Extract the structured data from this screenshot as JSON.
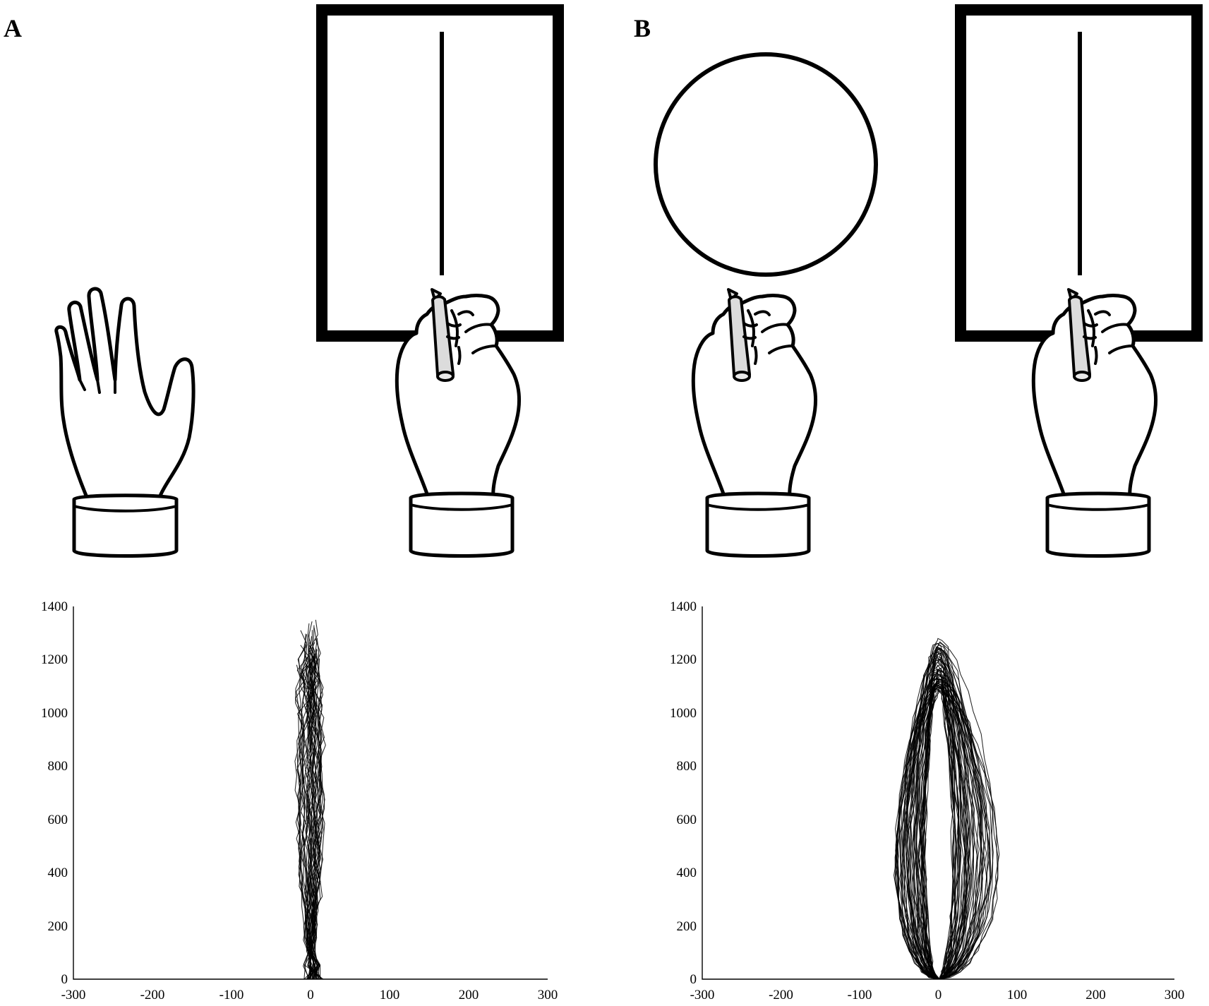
{
  "panels": [
    {
      "letter": "A",
      "illustrations": [
        "open-hand",
        "hand-drawing-vertical-line"
      ],
      "chart": {
        "x_ticks": [
          "-300",
          "-200",
          "-100",
          "0",
          "100",
          "200",
          "300"
        ],
        "y_ticks": [
          "0",
          "200",
          "400",
          "600",
          "800",
          "1000",
          "1200",
          "1400"
        ]
      }
    },
    {
      "letter": "B",
      "illustrations": [
        "hand-drawing-circle",
        "hand-drawing-vertical-line"
      ],
      "chart": {
        "x_ticks": [
          "-300",
          "-200",
          "-100",
          "0",
          "100",
          "200",
          "300"
        ],
        "y_ticks": [
          "0",
          "200",
          "400",
          "600",
          "800",
          "1000",
          "1200",
          "1400"
        ]
      }
    }
  ],
  "chart_data": [
    {
      "type": "line",
      "panel": "A",
      "title": "",
      "xlabel": "",
      "ylabel": "",
      "xlim": [
        -300,
        300
      ],
      "ylim": [
        0,
        1400
      ],
      "x_ticks": [
        -300,
        -200,
        -100,
        0,
        100,
        200,
        300
      ],
      "y_ticks": [
        0,
        200,
        400,
        600,
        800,
        1000,
        1200,
        1400
      ],
      "grid": false,
      "line_color": "#000000",
      "trace_count": 40,
      "trace_shape": "narrow vertical strokes from y≈0 to y≈1350",
      "x_extent": [
        -20,
        30
      ],
      "y_extent": [
        0,
        1350
      ],
      "peak": [
        0,
        1350
      ]
    },
    {
      "type": "line",
      "panel": "B",
      "title": "",
      "xlabel": "",
      "ylabel": "",
      "xlim": [
        -300,
        300
      ],
      "ylim": [
        0,
        1400
      ],
      "x_ticks": [
        -300,
        -200,
        -100,
        0,
        100,
        200,
        300
      ],
      "y_ticks": [
        0,
        200,
        400,
        600,
        800,
        1000,
        1200,
        1400
      ],
      "grid": false,
      "line_color": "#000000",
      "trace_count": 55,
      "trace_shape": "elongated loops from y≈0 to y≈1280",
      "x_extent": [
        -65,
        100
      ],
      "y_extent": [
        0,
        1280
      ],
      "peak": [
        0,
        1280
      ]
    }
  ]
}
